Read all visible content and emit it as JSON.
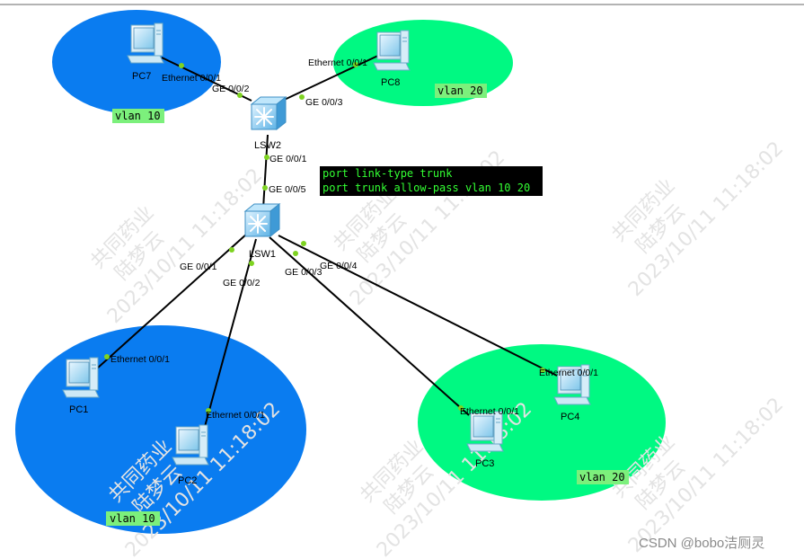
{
  "vlans": {
    "vlan10_top": "vlan 10",
    "vlan20_top": "vlan 20",
    "vlan10_bottom": "vlan 10",
    "vlan20_bottom": "vlan 20"
  },
  "devices": {
    "pc7": "PC7",
    "pc8": "PC8",
    "lsw2": "LSW2",
    "lsw1": "LSW1",
    "pc1": "PC1",
    "pc2": "PC2",
    "pc3": "PC3",
    "pc4": "PC4"
  },
  "ports": {
    "pc7_eth": "Ethernet 0/0/1",
    "lsw2_ge2": "GE 0/0/2",
    "pc8_eth": "Ethernet 0/0/1",
    "lsw2_ge3": "GE 0/0/3",
    "lsw2_ge1": "GE 0/0/1",
    "lsw1_ge5": "GE 0/0/5",
    "lsw1_ge1": "GE 0/0/1",
    "lsw1_ge2": "GE 0/0/2",
    "lsw1_ge3": "GE 0/0/3",
    "lsw1_ge4": "GE 0/0/4",
    "pc1_eth": "Ethernet 0/0/1",
    "pc2_eth": "Ethernet 0/0/1",
    "pc3_eth": "Ethernet 0/0/1",
    "pc4_eth": "Ethernet 0/0/1"
  },
  "config": {
    "line1": "port link-type trunk",
    "line2": "port trunk allow-pass vlan 10 20"
  },
  "watermark": {
    "line1": "共同药业",
    "line2": "陆梦云",
    "line3": "2023/10/11 11:18:02"
  },
  "footer": "CSDN @bobo洁厕灵",
  "colors": {
    "vlan10_area": "#0a7cf0",
    "vlan20_area": "#00f982",
    "vlan_tag": "#7cf07c",
    "link": "#000000",
    "port_dot": "#7ed321",
    "config_bg": "#000000",
    "config_text": "#33ff33"
  }
}
